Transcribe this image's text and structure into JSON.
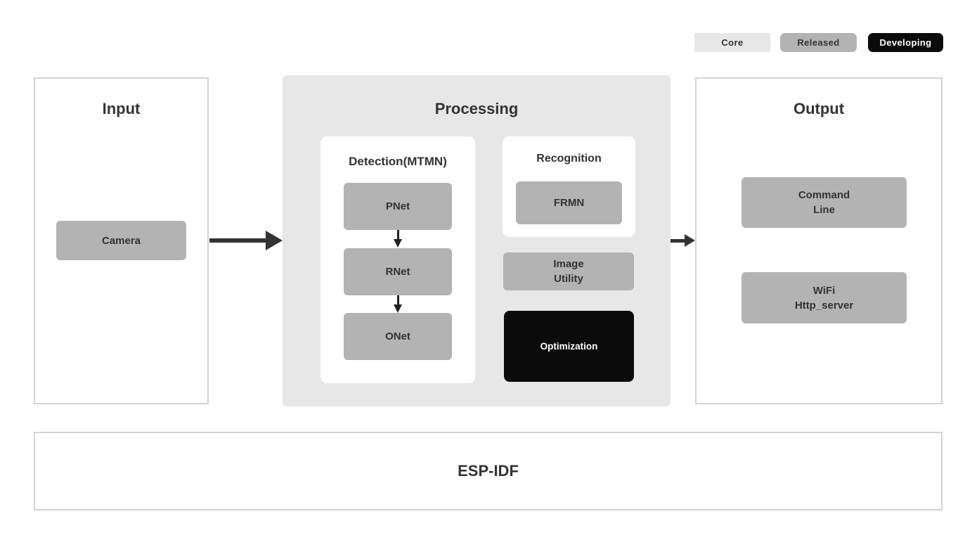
{
  "legend": {
    "items": [
      {
        "label": "Core"
      },
      {
        "label": "Released"
      },
      {
        "label": "Developing"
      }
    ]
  },
  "panels": {
    "input": {
      "title": "Input",
      "camera": "Camera"
    },
    "processing": {
      "title": "Processing",
      "detection": {
        "title": "Detection(MTMN)",
        "nodes": [
          "PNet",
          "RNet",
          "ONet"
        ]
      },
      "recognition": {
        "title": "Recognition",
        "node": "FRMN"
      },
      "image_utility": "Image\nUtility",
      "optimization": "Optimization"
    },
    "output": {
      "title": "Output",
      "command_line": "Command\nLine",
      "wifi": "WiFi\nHttp_server"
    },
    "foundation": {
      "title": "ESP-IDF"
    }
  },
  "colors": {
    "core_bg": "#e7e7e7",
    "released_bg": "#b3b3b3",
    "developing_bg": "#0b0b0b",
    "developing_text": "#ffffff",
    "processing_bg": "#e7e7e7",
    "gray_node_bg": "#b3b3b3",
    "optimization_bg": "#0b0b0b",
    "optimization_text": "#ffffff",
    "panel_border": "#d3d3d3",
    "text": "#333333",
    "arrow": "#333333",
    "page_bg": "#ffffff"
  }
}
